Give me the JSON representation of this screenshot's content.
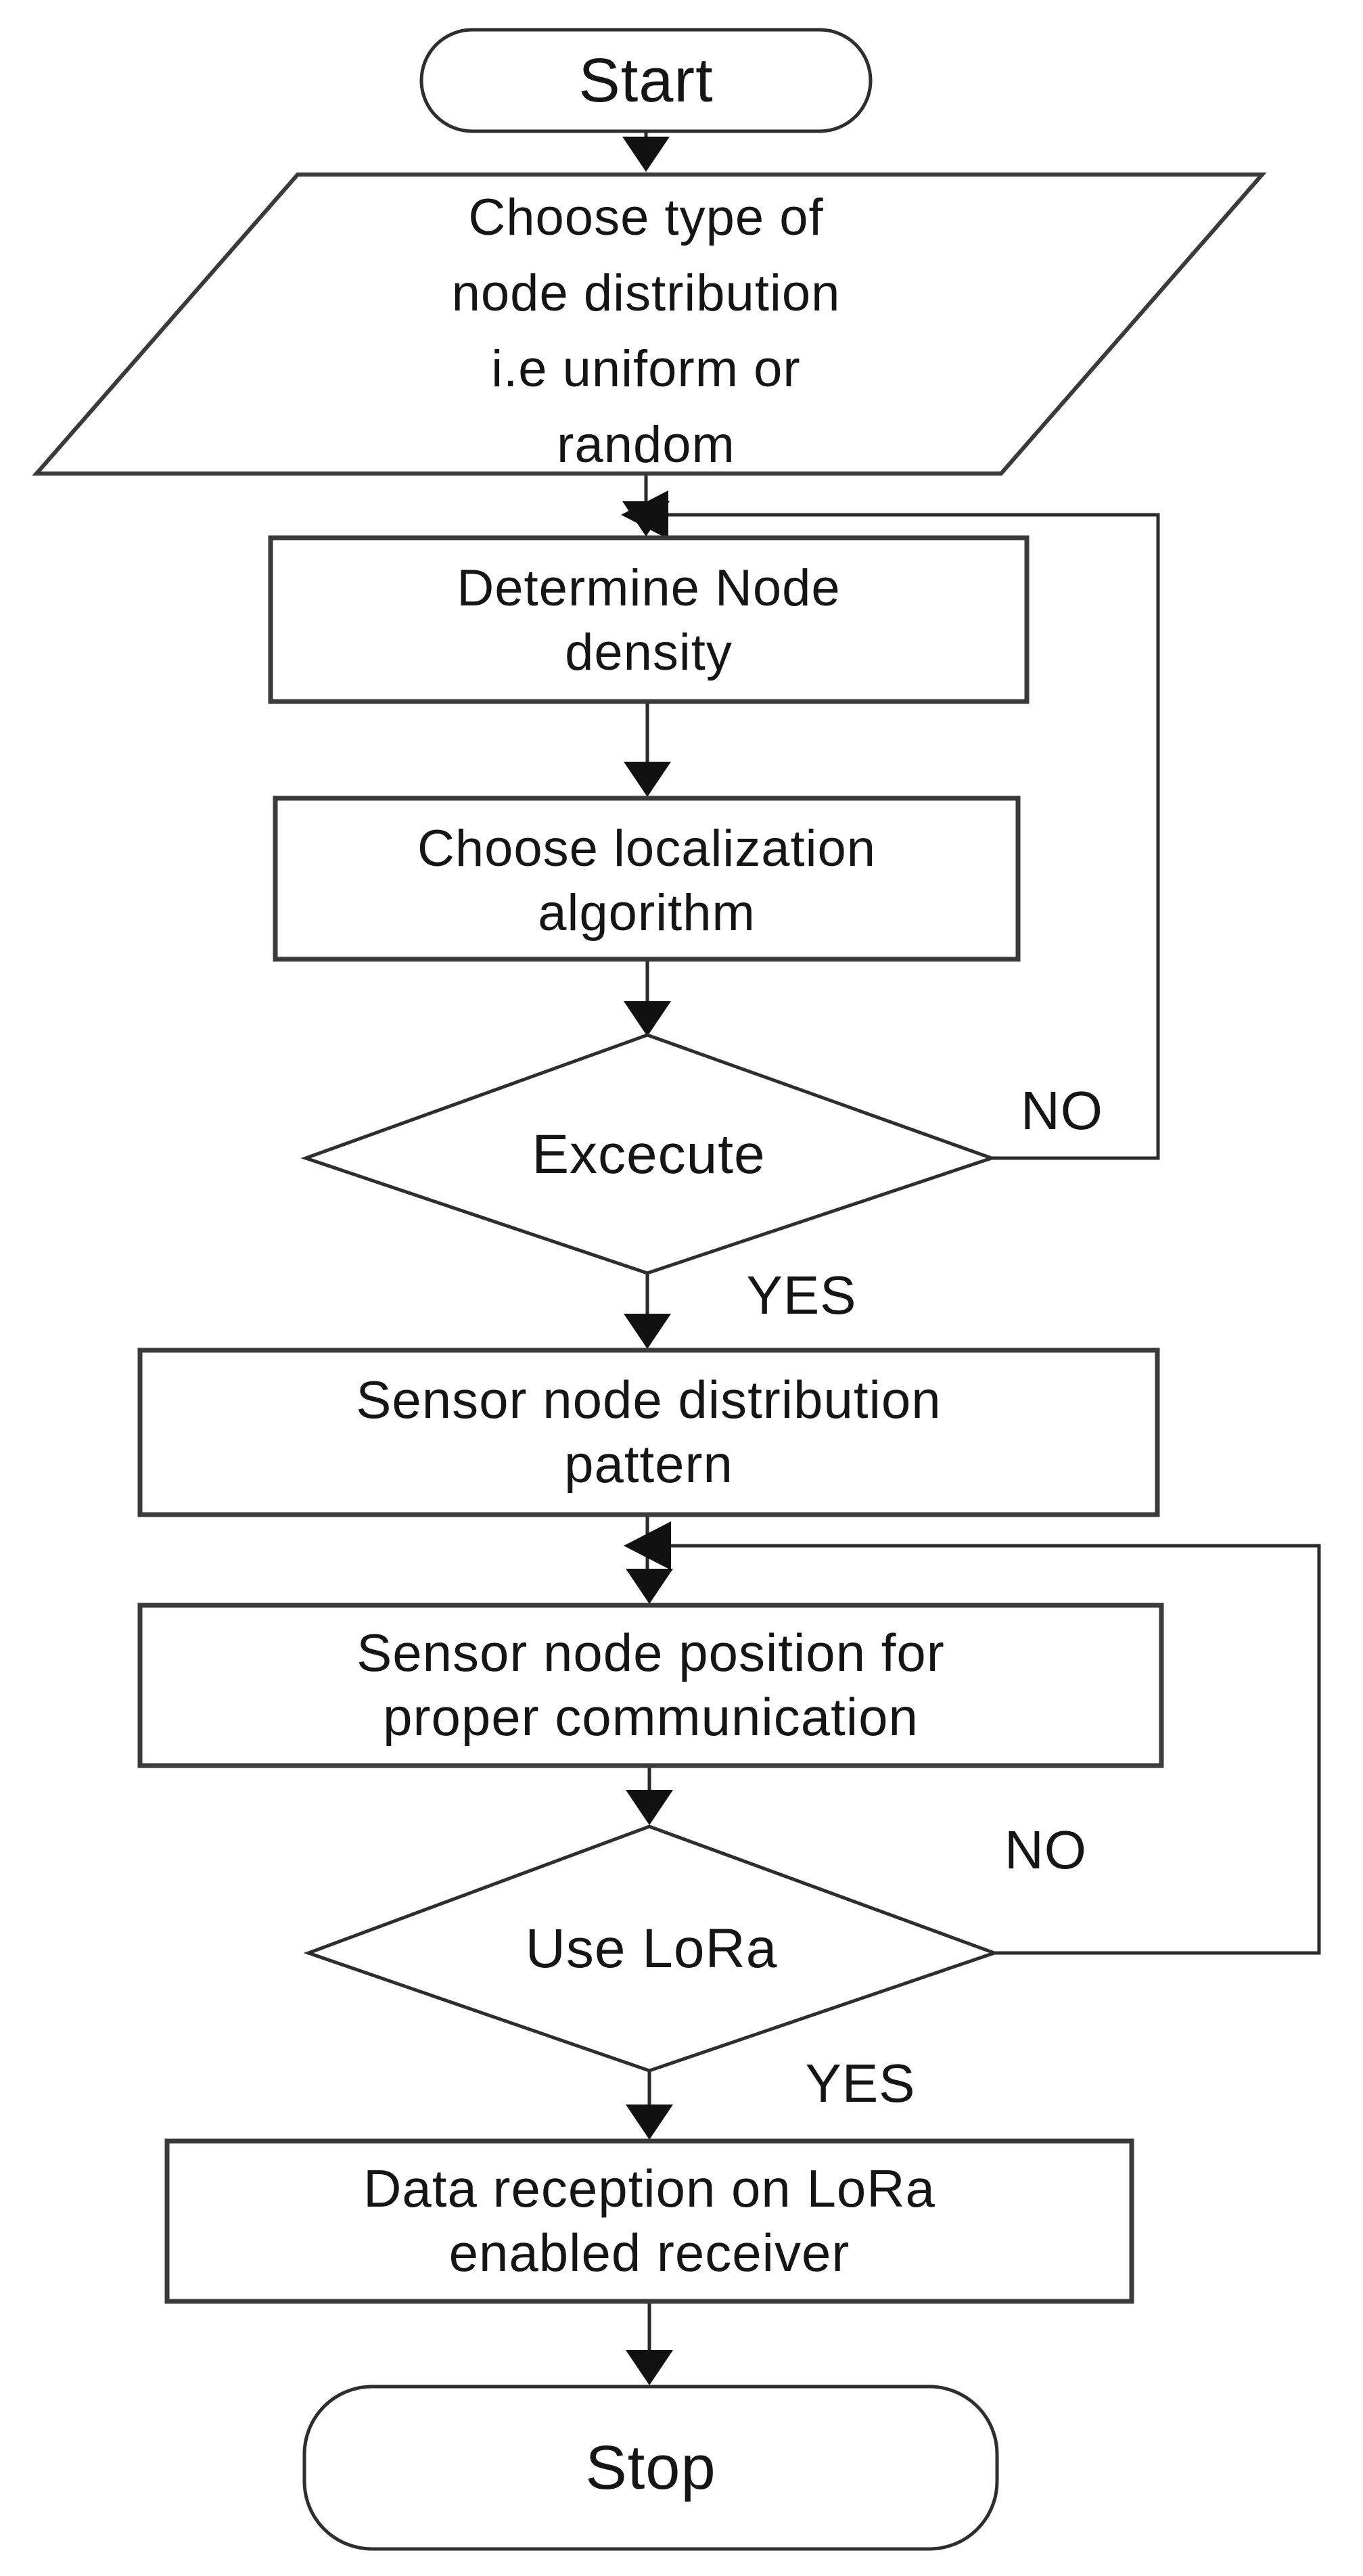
{
  "figure": {
    "type": "flowchart",
    "colors": {
      "background": "#ffffff",
      "shape_fill": "#ffffff",
      "stroke": "#2e2e2e",
      "arrow_fill": "#111111",
      "text": "#151515"
    },
    "nodes": [
      {
        "id": "start",
        "shape": "terminator",
        "label": "Start"
      },
      {
        "id": "choose-distribution",
        "shape": "parallelogram",
        "label": "Choose type of node distribution i.e uniform or random",
        "lines": [
          "Choose type of",
          "node distribution",
          "i.e uniform or",
          "random"
        ]
      },
      {
        "id": "determine-density",
        "shape": "process",
        "label": "Determine Node density",
        "lines": [
          "Determine Node",
          "density"
        ]
      },
      {
        "id": "choose-localization",
        "shape": "process",
        "label": "Choose localization algorithm",
        "lines": [
          "Choose localization",
          "algorithm"
        ]
      },
      {
        "id": "execute-decision",
        "shape": "decision",
        "label": "Excecute"
      },
      {
        "id": "sensor-distribution",
        "shape": "process",
        "label": "Sensor node distribution pattern",
        "lines": [
          "Sensor node distribution",
          "pattern"
        ]
      },
      {
        "id": "sensor-position",
        "shape": "process",
        "label": "Sensor node position for proper communication",
        "lines": [
          "Sensor node position for",
          "proper communication"
        ]
      },
      {
        "id": "use-lora-decision",
        "shape": "decision",
        "label": "Use LoRa"
      },
      {
        "id": "data-reception",
        "shape": "process",
        "label": "Data reception on LoRa enabled receiver",
        "lines": [
          "Data reception on LoRa",
          "enabled receiver"
        ]
      },
      {
        "id": "stop",
        "shape": "terminator",
        "label": "Stop"
      }
    ],
    "edges": [
      {
        "from": "start",
        "to": "choose-distribution",
        "label": ""
      },
      {
        "from": "choose-distribution",
        "to": "determine-density",
        "label": ""
      },
      {
        "from": "determine-density",
        "to": "choose-localization",
        "label": ""
      },
      {
        "from": "choose-localization",
        "to": "execute-decision",
        "label": ""
      },
      {
        "from": "execute-decision",
        "to": "sensor-distribution",
        "label": "YES"
      },
      {
        "from": "execute-decision",
        "to": "determine-density",
        "label": "NO"
      },
      {
        "from": "sensor-distribution",
        "to": "sensor-position",
        "label": ""
      },
      {
        "from": "sensor-position",
        "to": "use-lora-decision",
        "label": ""
      },
      {
        "from": "use-lora-decision",
        "to": "data-reception",
        "label": "YES"
      },
      {
        "from": "use-lora-decision",
        "to": "sensor-position",
        "label": "NO"
      },
      {
        "from": "data-reception",
        "to": "stop",
        "label": ""
      }
    ]
  }
}
